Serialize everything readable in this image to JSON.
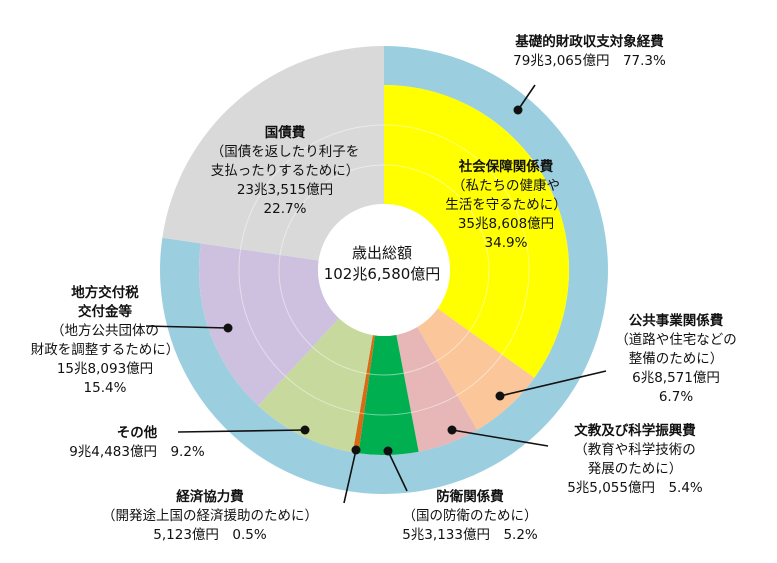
{
  "chart_data": {
    "type": "pie",
    "center_title": "歳出総額",
    "center_total": "102兆6,580億円",
    "group": {
      "label": "基礎的財政収支対象経費",
      "amount_pct": "79兆3,065億円　77.3%",
      "color": "#9bcfe0"
    },
    "slices": [
      {
        "key": "social",
        "name": "社会保障関係費",
        "desc": [
          "（私たちの健康や",
          "生活を守るために）"
        ],
        "amount": "35兆8,608億円",
        "pct_label": "34.9%",
        "value": 34.9,
        "color": "#ffff00"
      },
      {
        "key": "public",
        "name": "公共事業関係費",
        "desc": [
          "（道路や住宅などの",
          "整備のために）"
        ],
        "amount": "6兆8,571億円",
        "pct_label": "6.7%",
        "value": 6.7,
        "color": "#fbc79a"
      },
      {
        "key": "edu",
        "name": "文教及び科学振興費",
        "desc": [
          "（教育や科学技術の",
          "発展のために）"
        ],
        "amount_pct": "5兆5,055億円　5.4%",
        "value": 5.4,
        "color": "#e7b7b7"
      },
      {
        "key": "defense",
        "name": "防衛関係費",
        "desc": [
          "（国の防衛のために）"
        ],
        "amount_pct": "5兆3,133億円　5.2%",
        "value": 5.2,
        "color": "#00b050"
      },
      {
        "key": "econ",
        "name": "経済協力費",
        "desc": [
          "（開発途上国の経済援助のために）"
        ],
        "amount_pct": "5,123億円　0.5%",
        "value": 0.5,
        "color": "#d86b16"
      },
      {
        "key": "other",
        "name": "その他",
        "amount_pct": "9兆4,483億円　9.2%",
        "value": 9.2,
        "color": "#c7d99c"
      },
      {
        "key": "local",
        "name_lines": [
          "地方交付税",
          "交付金等"
        ],
        "desc": [
          "（地方公共団体の",
          "財政を調整するために）"
        ],
        "amount": "15兆8,093億円",
        "pct_label": "15.4%",
        "value": 15.4,
        "color": "#cdc1df"
      },
      {
        "key": "debt",
        "name": "国債費",
        "desc": [
          "（国債を返したり利子を",
          "支払ったりするために）"
        ],
        "amount": "23兆3,515億円",
        "pct_label": "22.7%",
        "value": 22.7,
        "color": "#d9d9d9"
      }
    ]
  }
}
